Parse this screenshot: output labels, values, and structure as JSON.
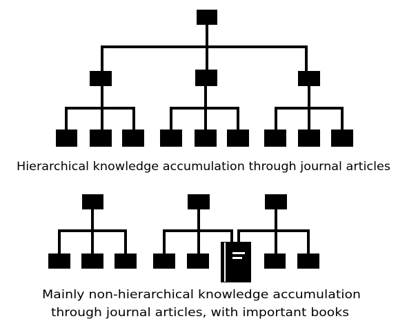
{
  "diagram_top": {
    "caption": "Hierarchical knowledge accumulation through journal articles"
  },
  "diagram_bottom": {
    "caption_line1": "Mainly non-hierarchical knowledge accumulation",
    "caption_line2": "through journal articles, with important books"
  },
  "colors": {
    "node": "#000000",
    "line": "#000000",
    "book_mark": "#ffffff",
    "background": "#ffffff"
  },
  "icons": {
    "book": "book-icon"
  }
}
